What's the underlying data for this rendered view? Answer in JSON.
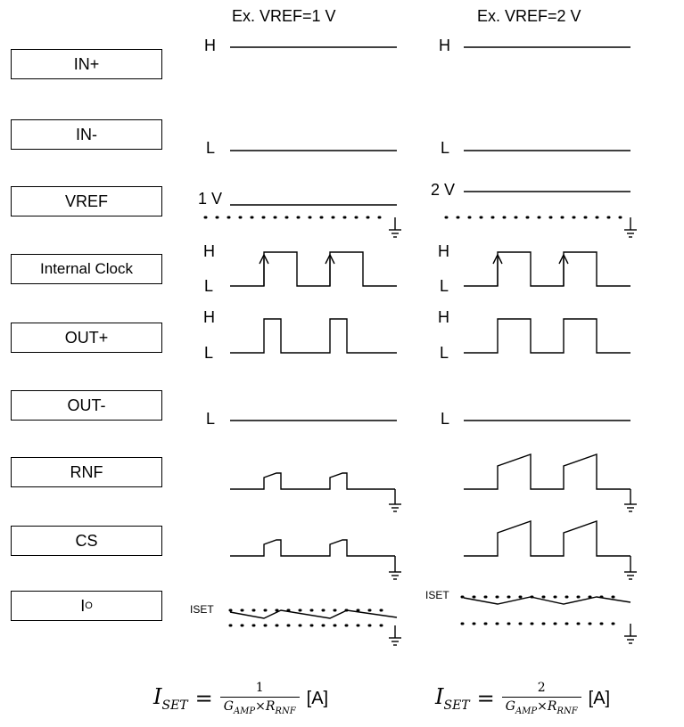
{
  "columns": [
    {
      "title": "Ex. VREF=1 V",
      "vref_value": "1 V"
    },
    {
      "title": "Ex. VREF=2 V",
      "vref_value": "2 V"
    }
  ],
  "signals": [
    "IN+",
    "IN-",
    "VREF",
    "Internal Clock",
    "OUT+",
    "OUT-",
    "RNF",
    "CS",
    "I"
  ],
  "io_subscript": "O",
  "levels": {
    "high": "H",
    "low": "L"
  },
  "iset_label": "ISET",
  "formulas": [
    {
      "lhs": "I",
      "lhs_sub": "SET",
      "numerator": "1",
      "den_g": "G",
      "den_g_sub": "AMP",
      "den_times": "×",
      "den_r": "R",
      "den_r_sub": "RNF",
      "unit": "[A]"
    },
    {
      "lhs": "I",
      "lhs_sub": "SET",
      "numerator": "2",
      "den_g": "G",
      "den_g_sub": "AMP",
      "den_times": "×",
      "den_r": "R",
      "den_r_sub": "RNF",
      "unit": "[A]"
    }
  ]
}
